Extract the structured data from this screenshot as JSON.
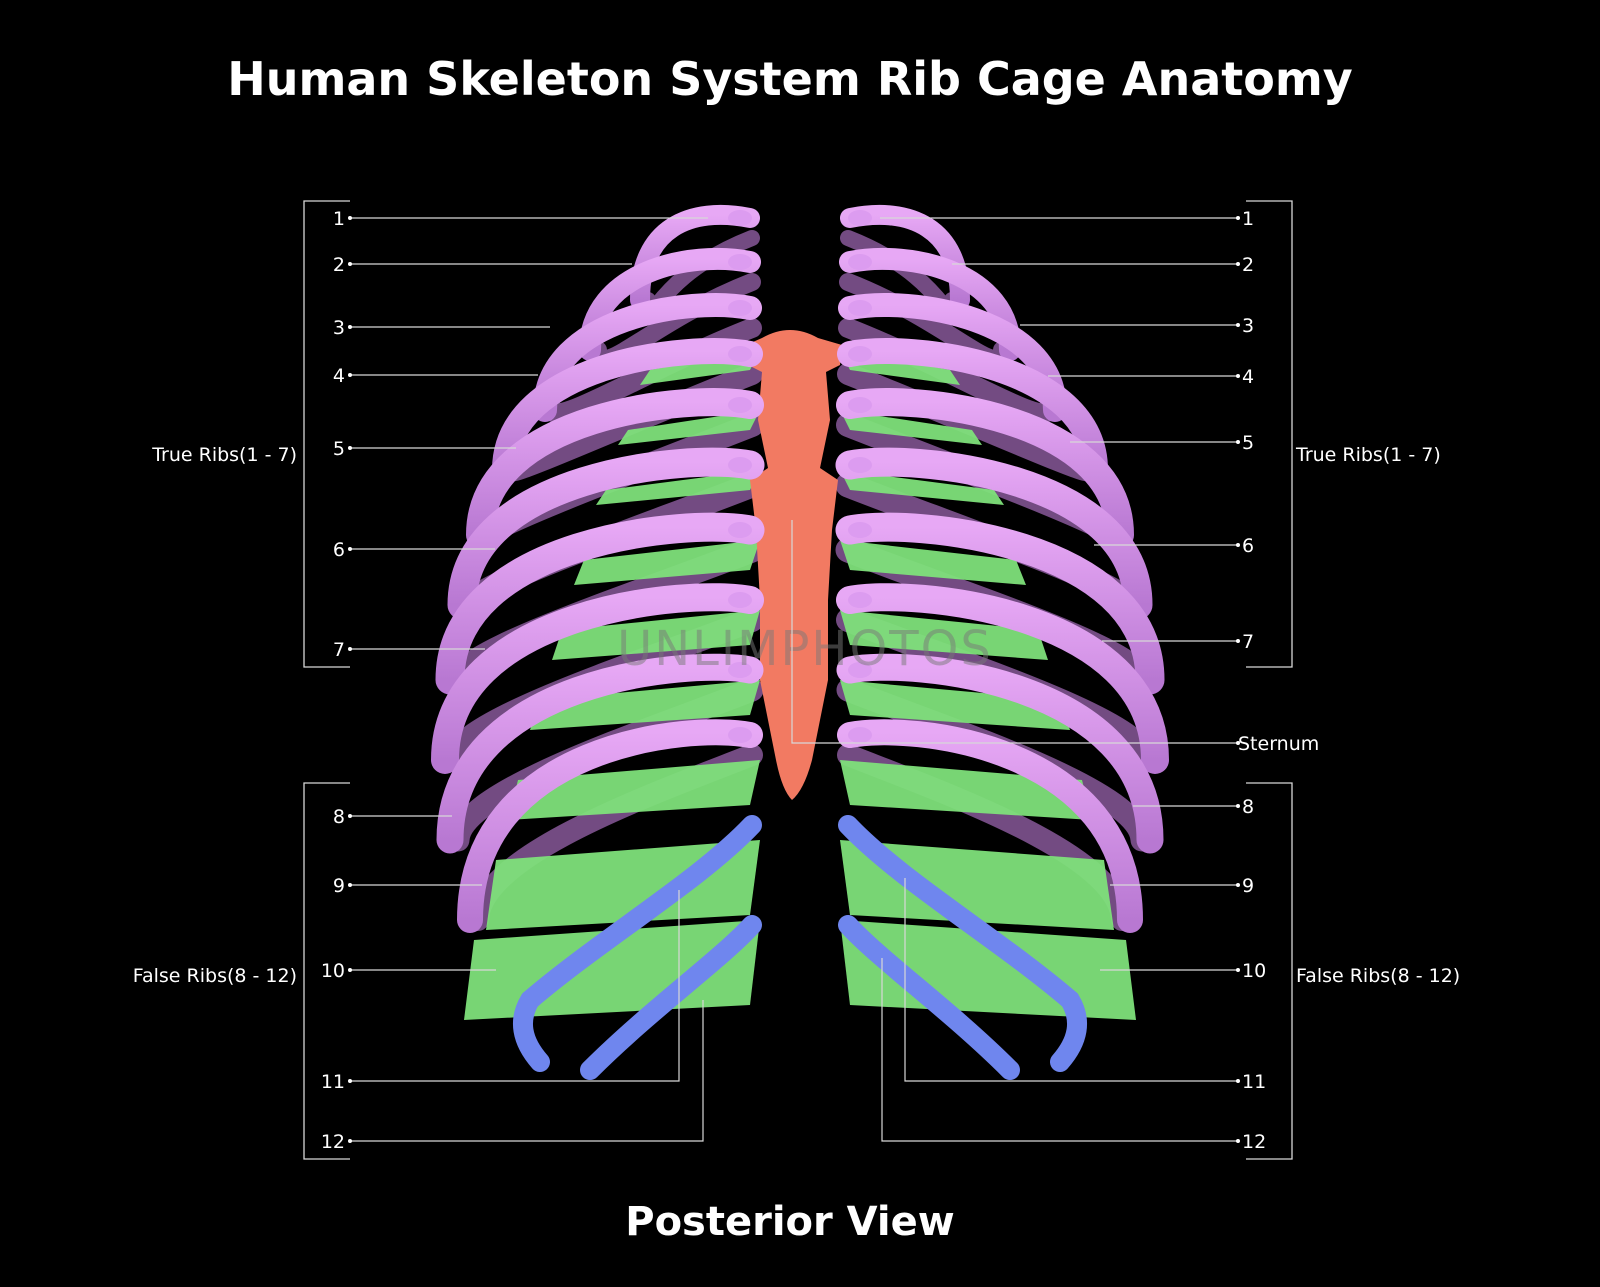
{
  "title": "Human Skeleton System Rib Cage Anatomy",
  "caption": "Posterior View",
  "watermark": "UNLIMPHOTOS",
  "colors": {
    "background": "#000000",
    "true_rib": "#d48be6",
    "costal_cartilage": "#7ee07a",
    "floating_rib": "#6f86ee",
    "sternum": "#f27a62",
    "label_line": "#d8d8d8"
  },
  "groups": {
    "true_ribs": "True Ribs(1 - 7)",
    "false_ribs": "False Ribs(8 - 12)"
  },
  "left_numbers": [
    "1",
    "2",
    "3",
    "4",
    "5",
    "6",
    "7",
    "8",
    "9",
    "10",
    "11",
    "12"
  ],
  "right_numbers": [
    "1",
    "2",
    "3",
    "4",
    "5",
    "6",
    "7",
    "8",
    "9",
    "10",
    "11",
    "12"
  ],
  "sternum_label": "Sternum"
}
